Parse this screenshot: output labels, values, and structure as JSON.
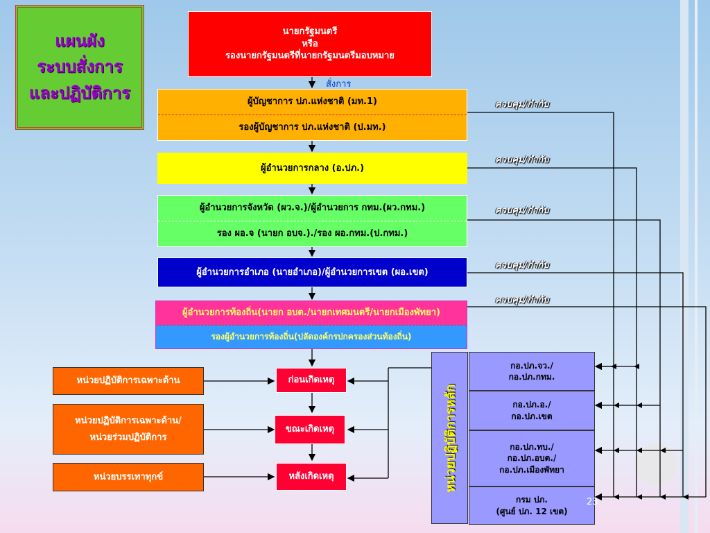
{
  "title": {
    "line1": "แผนผัง",
    "line2": "ระบบสั่งการ",
    "line3": "และปฏิบัติการ"
  },
  "command": {
    "pm": {
      "line1": "นายกรัฐมนตรี",
      "line2": "หรือ",
      "line3": "รองนายกรัฐมนตรีที่นายกรัฐมนตรีมอบหมาย"
    },
    "order_label": "สั่งการ",
    "national": {
      "top": "ผู้บัญชาการ ปภ.แห่งชาติ (มท.1)",
      "bottom": "รองผู้บัญชาการ ปภ.แห่งชาติ (ป.มท.)"
    },
    "central": "ผู้อำนวยการกลาง (อ.ปภ.)",
    "province": {
      "top": "ผู้อำนวยการจังหวัด (ผว.จ.)/ผู้อำนวยการ กทม.(ผว.กทม.)",
      "bottom": "รอง ผอ.จ (นายก อบจ.)./รอง ผอ.กทม.(ป.กทม.)"
    },
    "district": "ผู้อำนวยการอำเภอ (นายอำเภอ)/ผู้อำนวยการเขต (ผอ.เขต)",
    "local": {
      "top": "ผู้อำนวยการท้องถิ่น(นายก อบต./นายกเทศมนตรี/นายกเมืองพัทยา)",
      "bottom": "รองผู้อำนวยการท้องถิ่น(ปลัดองค์กรปกครองส่วนท้องถิ่น)"
    }
  },
  "control_label": "ควบคุม/กำกับ",
  "phases": {
    "before": "ก่อนเกิดเหตุ",
    "during": "ขณะเกิดเหตุ",
    "after": "หลังเกิดเหตุ"
  },
  "units": {
    "specific": "หน่วยปฏิบัติการเฉพาะด้าน",
    "joint": {
      "line1": "หน่วยปฏิบัติการเฉพาะด้าน/",
      "line2": "หน่วยร่วมปฏิบัติการ"
    },
    "relief": "หน่วยบรรเทาทุกข์"
  },
  "main_ops": {
    "label": "หน่วยปฏิบัติการหลัก",
    "items": [
      {
        "line1": "กอ.ปภ.จว./",
        "line2": "กอ.ปภ.กทม.",
        "line3": ""
      },
      {
        "line1": "กอ.ปภ.อ./",
        "line2": "กอ.ปภ.เขต",
        "line3": ""
      },
      {
        "line1": "กอ.ปภ.ทบ./",
        "line2": "กอ.ปภ.อบต./",
        "line3": "กอ.ปภ.เมืองพัทยา"
      },
      {
        "line1": "กรม ปภ.",
        "line2": "(ศูนย์ ปภ. 12 เขต)",
        "line3": ""
      }
    ]
  },
  "page_number": "23",
  "colors": {
    "red": "#ff0000",
    "orange": "#ffb000",
    "yellow": "#ffff00",
    "green": "#66ff66",
    "blue": "#0000cc",
    "sky": "#3399ff",
    "unit_orange": "#ff6600",
    "purple": "#9999ff",
    "title_text": "#9900cc",
    "title_bg": "#66cc33"
  }
}
